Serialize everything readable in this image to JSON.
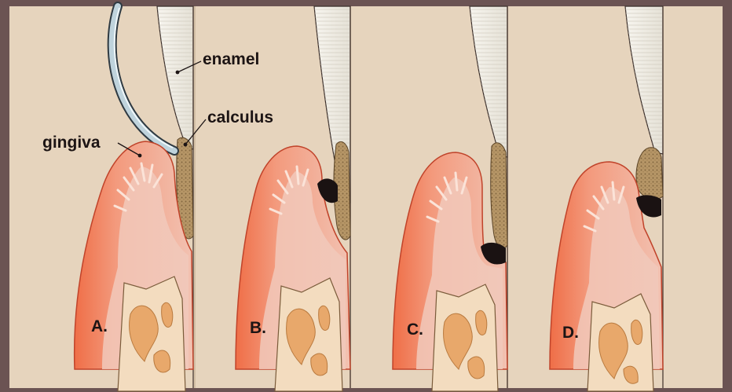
{
  "labels": {
    "enamel": "enamel",
    "calculus": "calculus",
    "gingiva": "gingiva"
  },
  "panels": [
    {
      "letter": "A."
    },
    {
      "letter": "B."
    },
    {
      "letter": "C."
    },
    {
      "letter": "D."
    }
  ],
  "colors": {
    "frame": "#6b5353",
    "background": "#e6d4bd",
    "gum_outer": "#ee7a55",
    "gum_inner": "#efc3b5",
    "enamel": "#f1eee5",
    "calculus": "#b69667",
    "bone": "#f3dcbf",
    "marrow": "#e8a86b",
    "pocket": "#1a1212"
  }
}
